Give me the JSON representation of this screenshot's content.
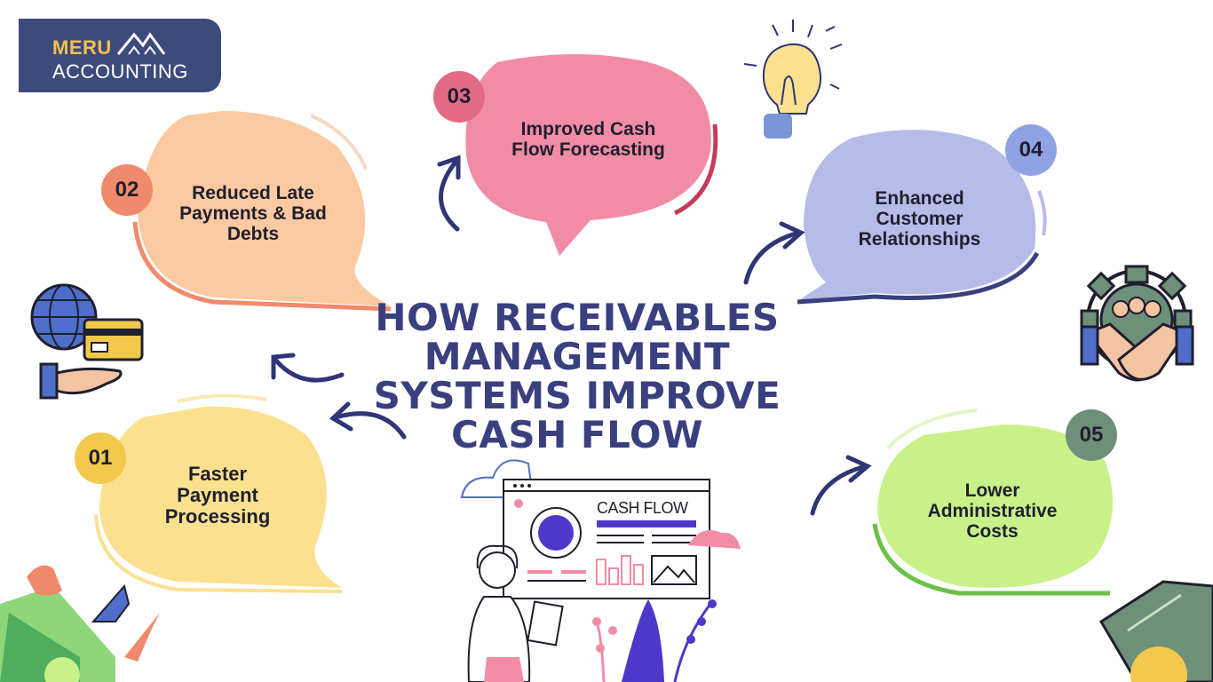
{
  "logo": {
    "line1": "MERU",
    "line2": "ACCOUNTING"
  },
  "title": "HOW RECEIVABLES MANAGEMENT SYSTEMS IMPROVE CASH FLOW",
  "steps": [
    {
      "number": "01",
      "label": "Faster Payment Processing",
      "color": "#fbe08f",
      "badge": "#f2c94c"
    },
    {
      "number": "02",
      "label": "Reduced Late Payments & Bad Debts",
      "color": "#fcc9a1",
      "badge": "#f08a6c"
    },
    {
      "number": "03",
      "label": "Improved Cash Flow Forecasting",
      "color": "#f28ca6",
      "badge": "#e36a85"
    },
    {
      "number": "04",
      "label": "Enhanced Customer Relationships",
      "color": "#b6bbe8",
      "badge": "#8fa3e3"
    },
    {
      "number": "05",
      "label": "Lower Administrative Costs",
      "color": "#c9f18a",
      "badge": "#6e8f7a"
    }
  ],
  "illustration": {
    "dashboard_label": "CASH FLOW"
  },
  "colors": {
    "title": "#3a3f7f",
    "arrow": "#2f3576",
    "logo_bg": "#3d4a7c",
    "logo_accent": "#f2c14e"
  }
}
